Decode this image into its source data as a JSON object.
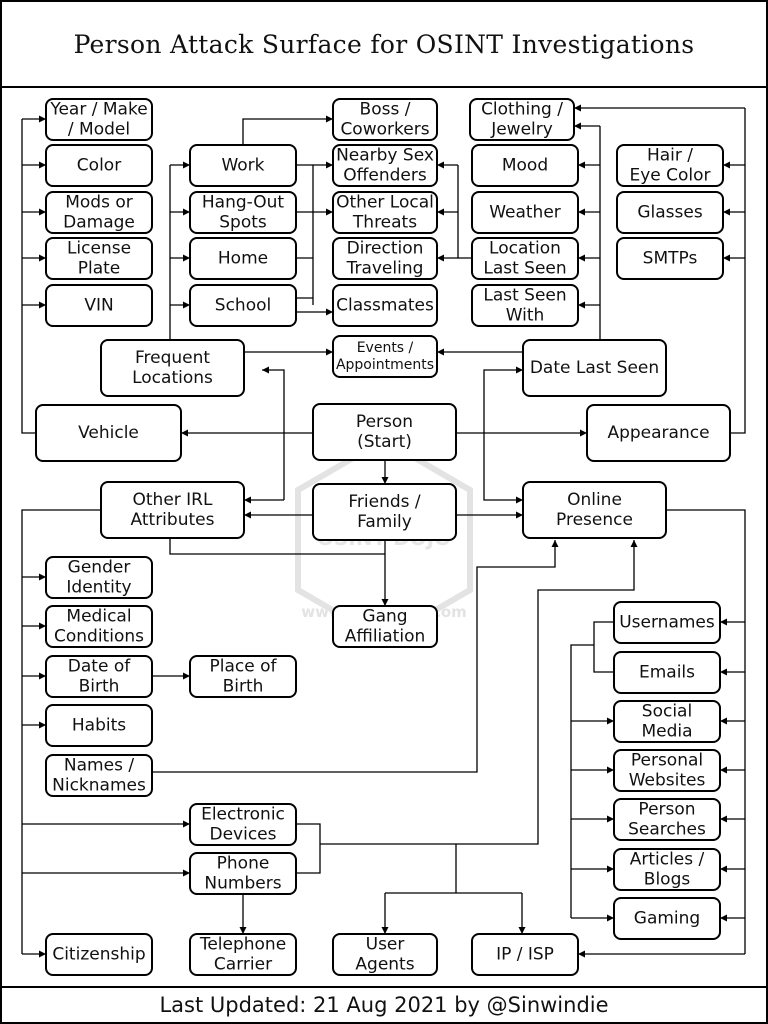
{
  "title": "Person Attack Surface for OSINT Investigations",
  "footer": "Last Updated: 21 Aug 2021 by @Sinwindie",
  "watermark": {
    "badge": "OSINT DOJO",
    "url": "www.osintdojo.com"
  },
  "colors": {
    "stroke": "#000000",
    "background": "#ffffff",
    "watermark": "#d8d8d8"
  },
  "nodes": {
    "year_make_model": [
      "Year / Make",
      "/ Model"
    ],
    "color": [
      "Color"
    ],
    "mods_damage": [
      "Mods or",
      "Damage"
    ],
    "license_plate": [
      "License",
      "Plate"
    ],
    "vin": [
      "VIN"
    ],
    "work": [
      "Work"
    ],
    "hangout_spots": [
      "Hang-Out",
      "Spots"
    ],
    "home": [
      "Home"
    ],
    "school": [
      "School"
    ],
    "boss_coworkers": [
      "Boss /",
      "Coworkers"
    ],
    "nearby_sex_offenders": [
      "Nearby Sex",
      "Offenders"
    ],
    "other_local_threats": [
      "Other Local",
      "Threats"
    ],
    "direction_traveling": [
      "Direction",
      "Traveling"
    ],
    "classmates": [
      "Classmates"
    ],
    "clothing_jewelry": [
      "Clothing /",
      "Jewelry"
    ],
    "mood": [
      "Mood"
    ],
    "weather": [
      "Weather"
    ],
    "location_last_seen": [
      "Location",
      "Last Seen"
    ],
    "last_seen_with": [
      "Last Seen",
      "With"
    ],
    "hair_eye_color": [
      "Hair /",
      "Eye Color"
    ],
    "glasses": [
      "Glasses"
    ],
    "smtps": [
      "SMTPs"
    ],
    "frequent_locations": [
      "Frequent",
      "Locations"
    ],
    "events_appointments": [
      "Events /",
      "Appointments"
    ],
    "date_last_seen": [
      "Date Last Seen"
    ],
    "vehicle": [
      "Vehicle"
    ],
    "person_start": [
      "Person",
      "(Start)"
    ],
    "appearance": [
      "Appearance"
    ],
    "other_irl_attributes": [
      "Other IRL",
      "Attributes"
    ],
    "friends_family": [
      "Friends /",
      "Family"
    ],
    "online_presence": [
      "Online",
      "Presence"
    ],
    "gender_identity": [
      "Gender",
      "Identity"
    ],
    "medical_conditions": [
      "Medical",
      "Conditions"
    ],
    "date_of_birth": [
      "Date of",
      "Birth"
    ],
    "place_of_birth": [
      "Place of",
      "Birth"
    ],
    "habits": [
      "Habits"
    ],
    "names_nicknames": [
      "Names /",
      "Nicknames"
    ],
    "gang_affiliation": [
      "Gang",
      "Affiliation"
    ],
    "usernames": [
      "Usernames"
    ],
    "emails": [
      "Emails"
    ],
    "social_media": [
      "Social",
      "Media"
    ],
    "personal_websites": [
      "Personal",
      "Websites"
    ],
    "person_searches": [
      "Person",
      "Searches"
    ],
    "articles_blogs": [
      "Articles /",
      "Blogs"
    ],
    "gaming": [
      "Gaming"
    ],
    "electronic_devices": [
      "Electronic",
      "Devices"
    ],
    "phone_numbers": [
      "Phone",
      "Numbers"
    ],
    "telephone_carrier": [
      "Telephone",
      "Carrier"
    ],
    "user_agents": [
      "User",
      "Agents"
    ],
    "ip_isp": [
      "IP / ISP"
    ],
    "citizenship": [
      "Citizenship"
    ]
  }
}
